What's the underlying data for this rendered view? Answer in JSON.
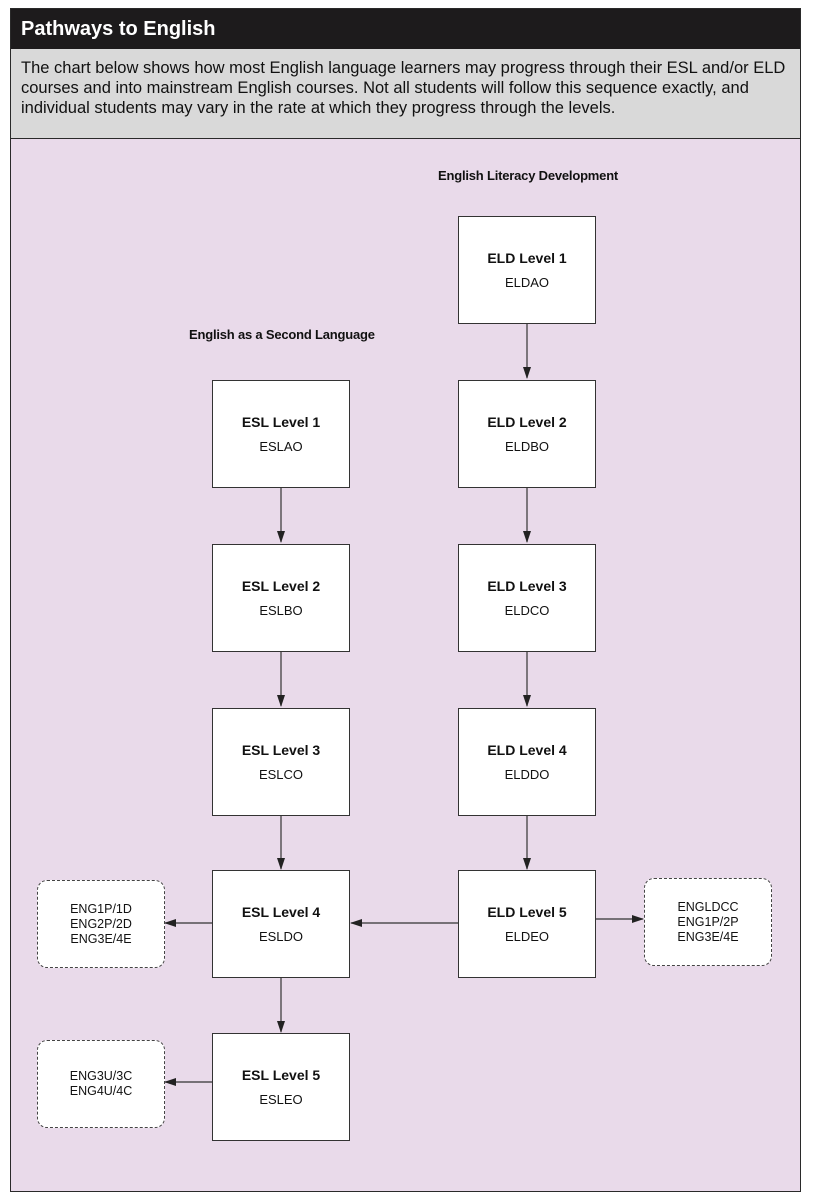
{
  "title": "Pathways to English",
  "intro": "The chart below shows how most English language learners may progress through their ESL and/or ELD courses and into mainstream English courses.  Not all students will follow this sequence exactly, and individual students may vary in the rate at which they progress through the levels.",
  "eld": {
    "heading": "English Literacy Development",
    "levels": [
      {
        "label": "ELD Level 1",
        "code": "ELDAO"
      },
      {
        "label": "ELD Level 2",
        "code": "ELDBO"
      },
      {
        "label": "ELD Level 3",
        "code": "ELDCO"
      },
      {
        "label": "ELD Level 4",
        "code": "ELDDO"
      },
      {
        "label": "ELD Level 5",
        "code": "ELDEO"
      }
    ],
    "outcome": [
      "ENGLDCC",
      "ENG1P/2P",
      "ENG3E/4E"
    ]
  },
  "esl": {
    "heading": "English as a Second Language",
    "levels": [
      {
        "label": "ESL Level 1",
        "code": "ESLAO"
      },
      {
        "label": "ESL Level 2",
        "code": "ESLBO"
      },
      {
        "label": "ESL Level 3",
        "code": "ESLCO"
      },
      {
        "label": "ESL Level 4",
        "code": "ESLDO"
      },
      {
        "label": "ESL Level 5",
        "code": "ESLEO"
      }
    ],
    "outcome_level4": [
      "ENG1P/1D",
      "ENG2P/2D",
      "ENG3E/4E"
    ],
    "outcome_level5": [
      "ENG3U/3C",
      "ENG4U/4C"
    ]
  }
}
